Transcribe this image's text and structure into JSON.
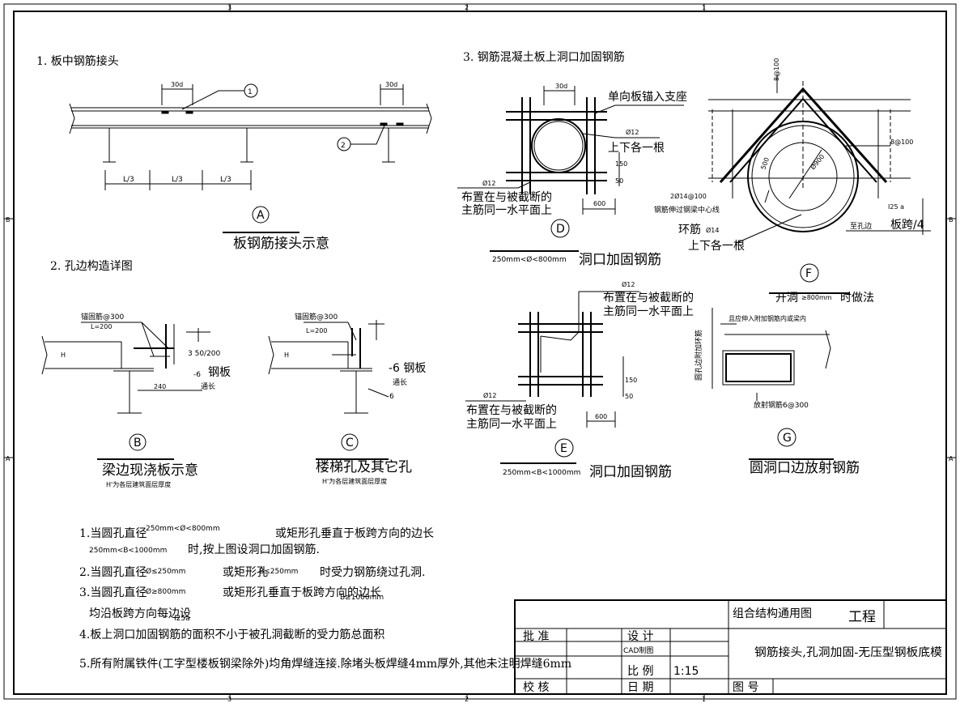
{
  "border": {
    "grid_top": [
      "3",
      "2",
      "1"
    ],
    "grid_bottom": [
      "3",
      "2",
      "1"
    ],
    "grid_left": [
      "B",
      "A"
    ],
    "grid_right": [
      "B",
      "A"
    ]
  },
  "section1": {
    "title": "1. 板中钢筋接头",
    "dim_30d": "30d",
    "callout_1": "1",
    "callout_2": "2",
    "spans": [
      "L/3",
      "L/3",
      "L/3"
    ],
    "tag": "A",
    "caption": "板钢筋接头示意"
  },
  "section2": {
    "title": "2. 孔边构造详图",
    "B": {
      "anchor": "锚固筋@300",
      "l200": "L=200",
      "h": "H",
      "bar": "3 50/200",
      "plate1": "-6",
      "plate2": "钢板",
      "plate3": "通长",
      "dim240": "240",
      "tag": "B",
      "caption": "梁边现浇板示意",
      "note": "H'为各层建筑面层厚度"
    },
    "C": {
      "anchor": "锚固筋@300",
      "l200": "L=200",
      "h": "H",
      "plate1": "-6  钢板",
      "plate2": "通长",
      "weld": "6",
      "tag": "C",
      "caption": "楼梯孔及其它孔",
      "note": "H'为各层建筑面层厚度"
    }
  },
  "section3": {
    "title": "3. 钢筋混凝土板上洞口加固钢筋",
    "D": {
      "dim30d": "30d",
      "anchor": "单向板锚入支座",
      "bar_spec": "Ø12",
      "each": "上下各一根",
      "note_spec": "Ø12",
      "note1": "布置在与被截断的",
      "note2": "主筋同一水平面上",
      "dim50": "50",
      "dim150": "150",
      "dim600": "600",
      "tag": "D",
      "range": "250mm<Ø<800mm",
      "caption": "洞口加固钢筋"
    },
    "E": {
      "top_spec": "Ø12",
      "top1": "布置在与被截断的",
      "top2": "主筋同一水平面上",
      "bot_spec": "Ø12",
      "bot1": "布置在与被截断的",
      "bot2": "主筋同一水平面上",
      "dim50": "50",
      "dim150": "150",
      "dim600": "600",
      "tag": "E",
      "range": "250mm<B<1000mm",
      "caption": "洞口加固钢筋"
    },
    "F": {
      "top": "8@100",
      "right": "8@100",
      "d900": "Ø900",
      "r500": "500",
      "bars": "2Ø14@100",
      "extend": "钢筋伸过钢梁中心线",
      "ring_spec": "Ø14",
      "ring": "环筋",
      "each": "上下各一根",
      "i25": "I25 a",
      "to_hole": "至孔边",
      "span": "板跨/4",
      "tag": "F",
      "caption1": "开洞",
      "caption_val": "≥800mm",
      "caption2": "时做法"
    },
    "G": {
      "side": "圆孔边附加环筋",
      "top_note": "且应伸入附加钢筋内或梁内",
      "bottom": "放射钢筋6@300",
      "tag": "G",
      "caption": "圆洞口边放射钢筋"
    }
  },
  "notes": [
    {
      "text": "1.当圆孔直径",
      "val": "250mm<Ø<800mm",
      "tail": "或矩形孔垂直于板跨方向的边长"
    },
    {
      "text": "250mm<B<1000mm",
      "tail": "时,按上图设洞口加固钢筋."
    },
    {
      "text": "2.当圆孔直径",
      "val": "Ø≤250mm",
      "mid": "或矩形孔",
      "val2": "B≤250mm",
      "tail": "时受力钢筋绕过孔洞."
    },
    {
      "text": "3.当圆孔直径",
      "val": "Ø≥800mm",
      "mid": "或矩形孔垂直于板跨方向的边长",
      "val2": "B≥1000mm"
    },
    {
      "text": "均沿板跨方向每边设",
      "val": "I25a"
    },
    {
      "text": "4.板上洞口加固钢筋的面积不小于被孔洞截断的受力筋总面积"
    },
    {
      "text": "5.所有附属铁件(工字型楼板钢梁除外)均角焊缝连接.除堵头板焊缝4mm厚外,其他未注明焊缝6mm"
    }
  ],
  "title_block": {
    "atlas": "组合结构通用图",
    "project": "工程",
    "approve": "批  准",
    "design": "设  计",
    "cad": "CAD制图",
    "scale_label": "比  例",
    "scale": "1:15",
    "check": "校  核",
    "date": "日  期",
    "drawing_no": "图  号",
    "drawing_title": "钢筋接头,孔洞加固-无压型钢板底模"
  }
}
